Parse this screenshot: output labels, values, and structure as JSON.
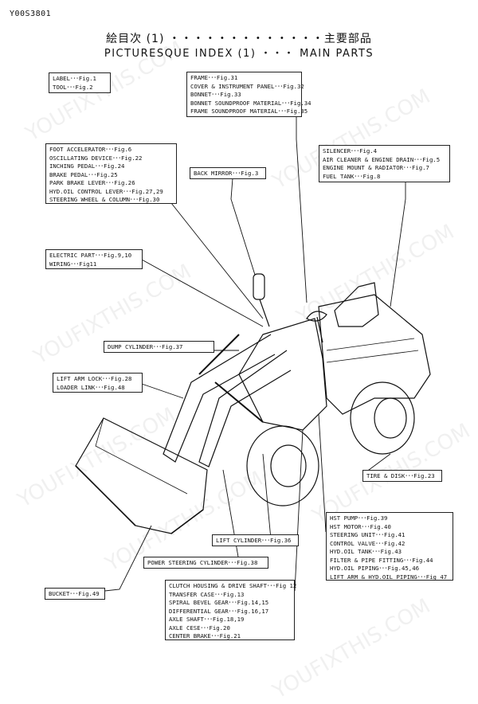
{
  "doc_id": "Y00S3801",
  "title_jp": "絵目次 (1) ・・・・・・・・・・・・・主要部品",
  "title_en": "PICTURESQUE INDEX (1) ・・・ MAIN PARTS",
  "watermark": "YOUFIXTHIS.COM",
  "boxes": {
    "label_tool": [
      "LABEL･･･Fig.1",
      "TOOL･･･Fig.2"
    ],
    "frame": [
      "FRAME･･･Fig.31",
      "COVER & INSTRUMENT PANEL･･･Fig.32",
      "BONNET･･･Fig.33",
      "BONNET SOUNDPROOF MATERIAL･･･Fig.34",
      "FRAME SOUNDPROOF MATERIAL･･･Fig.35"
    ],
    "pedals": [
      "FOOT ACCELERATOR･･･Fig.6",
      "OSCILLATING DEVICE･･･Fig.22",
      "INCHING PEDAL･･･Fig.24",
      "BRAKE PEDAL･･･Fig.25",
      "PARK BRAKE LEVER･･･Fig.26",
      "HYD.OIL CONTROL LEVER･･･Fig.27,29",
      "STEERING WHEEL & COLUMN･･･Fig.30"
    ],
    "back_mirror": [
      "BACK MIRROR･･･Fig.3"
    ],
    "silencer": [
      "SILENCER･･･Fig.4",
      "AIR CLEANER & ENGINE DRAIN･･･Fig.5",
      "ENGINE MOUNT & RADIATOR･･･Fig.7",
      "FUEL TANK･･･Fig.8"
    ],
    "electric": [
      "ELECTRIC PART･･･Fig.9,10",
      "WIRING･･･Fig11"
    ],
    "dump_cylinder": [
      "DUMP CYLINDER･･･Fig.37"
    ],
    "lift_arm_lock": [
      "LIFT ARM LOCK･･･Fig.28",
      "LOADER LINK･･･Fig.48"
    ],
    "tire_disk": [
      "TIRE & DISK･･･Fig.23"
    ],
    "hst": [
      "HST PUMP･･･Fig.39",
      "HST MOTOR･･･Fig.40",
      "STEERING UNIT･･･Fig.41",
      "CONTROL VALVE･･･Fig.42",
      "HYD.OIL TANK･･･Fig.43",
      "FILTER & PIPE FITTING･･･Fig.44",
      "HYD.OIL PIPING･･･Fig.45,46",
      "LIFT ARM & HYD.OIL PIPING･･･Fig 47"
    ],
    "lift_cylinder": [
      "LIFT CYLINDER･･･Fig.36"
    ],
    "power_steering": [
      "POWER STEERING CYLINDER･･･Fig.38"
    ],
    "bucket": [
      "BUCKET･･･Fig.49"
    ],
    "clutch": [
      "CLUTCH HOUSING & DRIVE SHAFT･･･Fig 12",
      "TRANSFER CASE･･･Fig.13",
      "SPIRAL BEVEL GEAR･･･Fig.14,15",
      "DIFFERENTIAL GEAR･･･Fig.16,17",
      "AXLE SHAFT･･･Fig.18,19",
      "AXLE CESE･･･Fig.20",
      "CENTER BRAKE･･･Fig.21"
    ]
  }
}
